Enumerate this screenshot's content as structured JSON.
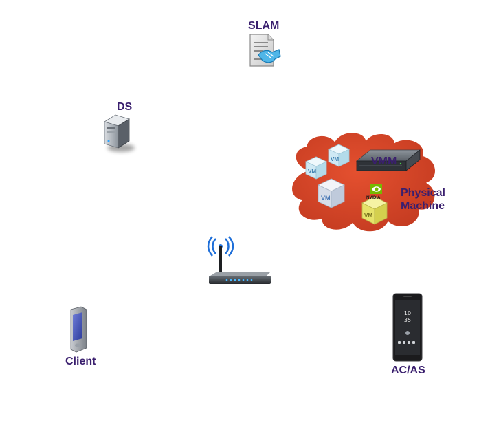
{
  "labels": {
    "slam": "SLAM",
    "ds": "DS",
    "vmm": "VMM",
    "physical_machine": "Physical\nMachine",
    "client": "Client",
    "acas": "AC/AS"
  },
  "vm_tag": "VM",
  "nvidia_text": "NVIDIA",
  "phone_clock": {
    "hour": "10",
    "minute": "35"
  },
  "colors": {
    "label": "#3a1f6e",
    "cloud": "#d8432a",
    "vm_box": "#cfe9f4",
    "vm_box_gpu": "#e6e36a",
    "wifi": "#1e6fd9"
  },
  "icons": [
    "document-handshake-icon",
    "server-tower-icon",
    "cloud-icon",
    "rack-server-icon",
    "vm-cube-icon",
    "nvidia-gpu-icon",
    "wifi-router-icon",
    "pda-device-icon",
    "smartphone-icon"
  ]
}
